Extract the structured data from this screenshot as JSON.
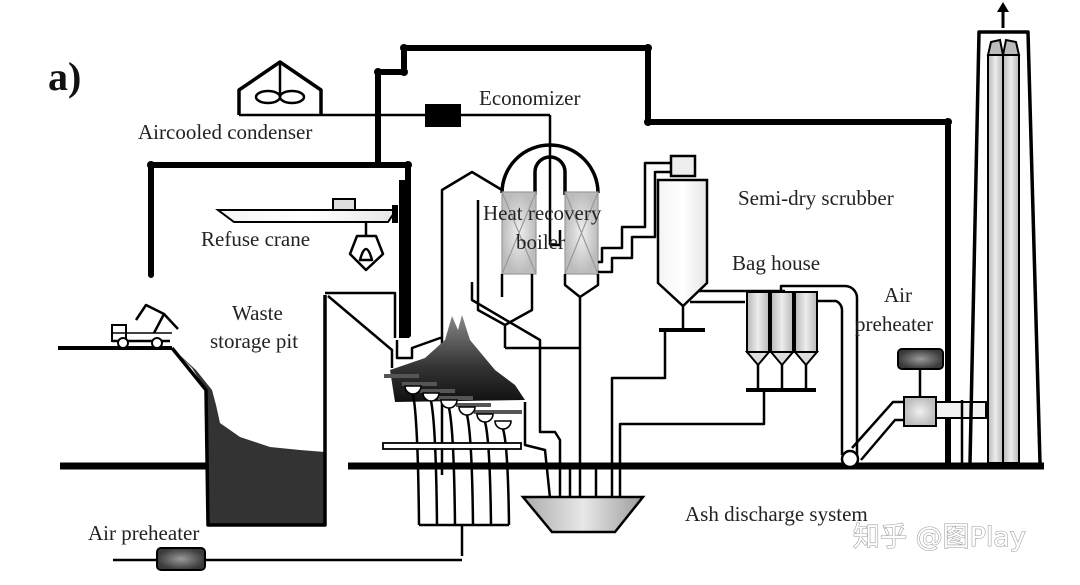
{
  "figure": {
    "panel_label": "a)",
    "labels": {
      "aircooled_condenser": "Aircooled condenser",
      "economizer": "Economizer",
      "heat_recovery_boiler_line1": "Heat recovery",
      "heat_recovery_boiler_line2": "boiler",
      "semi_dry_scrubber": "Semi-dry scrubber",
      "refuse_crane": "Refuse crane",
      "bag_house": "Bag house",
      "air_preheater_right_line1": "Air",
      "air_preheater_right_line2": "preheater",
      "waste_storage_pit_line1": "Waste",
      "waste_storage_pit_line2": "storage pit",
      "air_preheater_bottom": "Air preheater",
      "ash_discharge_system": "Ash discharge system"
    },
    "watermark": "知乎 @图Play",
    "colors": {
      "line": "#000000",
      "waste_fill": "#333333",
      "equipment_gray": "#cccccc",
      "dark_gray": "#555555"
    }
  }
}
